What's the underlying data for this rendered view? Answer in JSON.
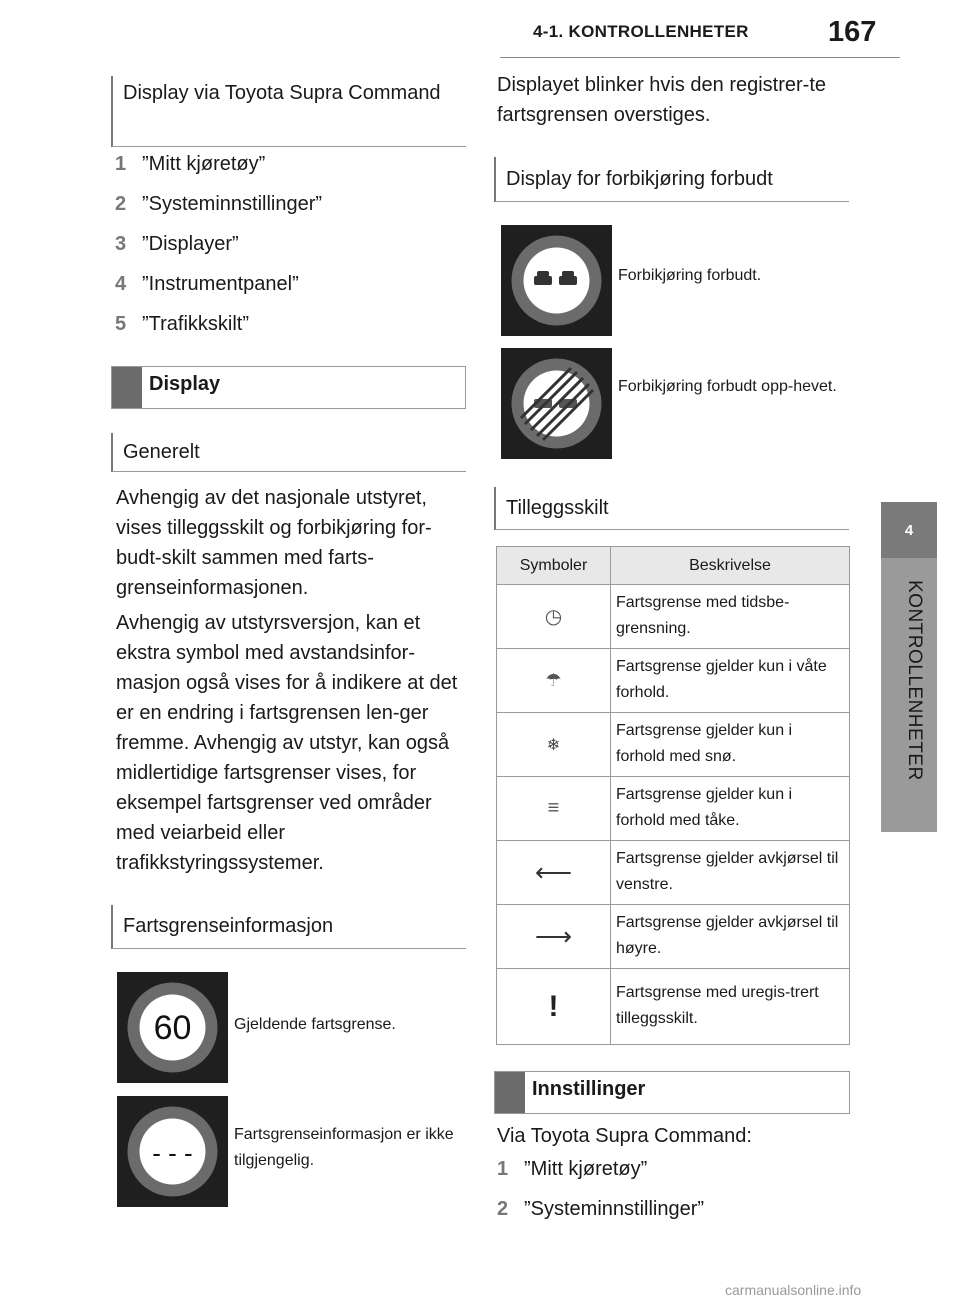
{
  "header": {
    "section": "4-1. KONTROLLENHETER",
    "page_number": "167"
  },
  "side_tab": {
    "number": "4",
    "label": "KONTROLLENHETER"
  },
  "left": {
    "heading_display_via": "Display via Toyota Supra Command",
    "steps": [
      {
        "n": "1",
        "text": "”Mitt kjøretøy”"
      },
      {
        "n": "2",
        "text": "”Systeminnstillinger”"
      },
      {
        "n": "3",
        "text": "”Displayer”"
      },
      {
        "n": "4",
        "text": "”Instrumentpanel”"
      },
      {
        "n": "5",
        "text": "”Trafikkskilt”"
      }
    ],
    "heading_display": "Display",
    "heading_generelt": "Generelt",
    "para1": "Avhengig av det nasjonale utstyret, vises tilleggsskilt og forbikjøring for-budt-skilt sammen med farts-grenseinformasjonen.",
    "para2": "Avhengig av utstyrsversjon, kan et ekstra symbol med avstandsinfor-masjon også vises for å indikere at det er en endring i fartsgrensen len-ger fremme. Avhengig av utstyr, kan også midlertidige fartsgrenser vises, for eksempel fartsgrenser ved områder med veiarbeid eller trafikkstyringssystemer.",
    "heading_fartsgrense": "Fartsgrenseinformasjon",
    "sign1_value": "60",
    "sign1_caption": "Gjeldende fartsgrense.",
    "sign2_value": "- - -",
    "sign2_caption": "Fartsgrenseinformasjon er ikke tilgjengelig."
  },
  "right": {
    "intro": "Displayet blinker hvis den registrer-te fartsgrensen overstiges.",
    "heading_forbikjoring": "Display for forbikjøring forbudt",
    "sign3_caption": "Forbikjøring forbudt.",
    "sign4_caption": "Forbikjøring forbudt opp-hevet.",
    "heading_tillegg": "Tilleggsskilt",
    "table": {
      "headers": [
        "Symboler",
        "Beskrivelse"
      ],
      "rows": [
        {
          "icon": "clock-icon",
          "glyph": "◷",
          "desc": "Fartsgrense med tidsbe-grensning."
        },
        {
          "icon": "rain-icon",
          "glyph": "☂",
          "desc": "Fartsgrense gjelder kun i våte forhold."
        },
        {
          "icon": "snowflake-icon",
          "glyph": "❄",
          "desc": "Fartsgrense gjelder kun i forhold med snø."
        },
        {
          "icon": "fog-icon",
          "glyph": "≡",
          "desc": "Fartsgrense gjelder kun i forhold med tåke."
        },
        {
          "icon": "arrow-left-icon",
          "glyph": "⟵",
          "desc": "Fartsgrense gjelder avkjørsel til venstre."
        },
        {
          "icon": "arrow-right-icon",
          "glyph": "⟶",
          "desc": "Fartsgrense gjelder avkjørsel til høyre."
        },
        {
          "icon": "exclamation-icon",
          "glyph": "!",
          "desc": "Fartsgrense med uregis-trert tilleggsskilt."
        }
      ]
    },
    "heading_innstillinger": "Innstillinger",
    "via_text": "Via Toyota Supra Command:",
    "steps": [
      {
        "n": "1",
        "text": "”Mitt kjøretøy”"
      },
      {
        "n": "2",
        "text": "”Systeminnstillinger”"
      }
    ]
  },
  "watermark": "carmanualsonline.info"
}
